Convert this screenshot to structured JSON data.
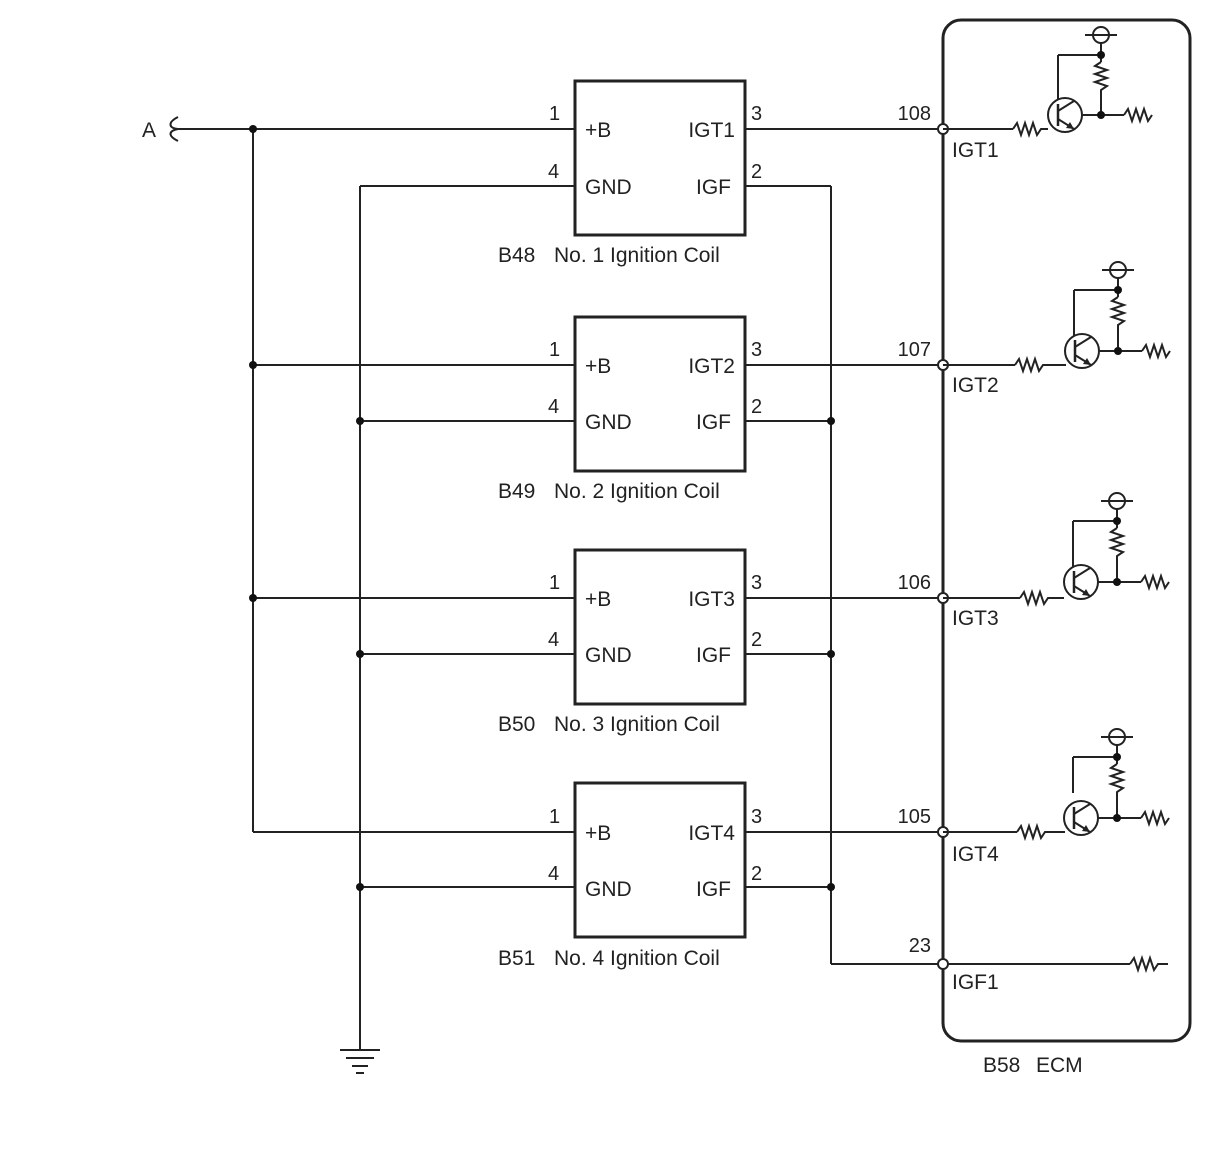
{
  "input_label": "A",
  "coils": [
    {
      "connector": "B48",
      "name": "No. 1 Ignition Coil",
      "pins": {
        "b": "1",
        "gnd": "4",
        "igt": "3",
        "igf": "2"
      },
      "terminals": {
        "b": "+B",
        "gnd": "GND",
        "igt": "IGT1",
        "igf": "IGF"
      }
    },
    {
      "connector": "B49",
      "name": "No. 2 Ignition Coil",
      "pins": {
        "b": "1",
        "gnd": "4",
        "igt": "3",
        "igf": "2"
      },
      "terminals": {
        "b": "+B",
        "gnd": "GND",
        "igt": "IGT2",
        "igf": "IGF"
      }
    },
    {
      "connector": "B50",
      "name": "No. 3 Ignition Coil",
      "pins": {
        "b": "1",
        "gnd": "4",
        "igt": "3",
        "igf": "2"
      },
      "terminals": {
        "b": "+B",
        "gnd": "GND",
        "igt": "IGT3",
        "igf": "IGF"
      }
    },
    {
      "connector": "B51",
      "name": "No. 4 Ignition Coil",
      "pins": {
        "b": "1",
        "gnd": "4",
        "igt": "3",
        "igf": "2"
      },
      "terminals": {
        "b": "+B",
        "gnd": "GND",
        "igt": "IGT4",
        "igf": "IGF"
      }
    }
  ],
  "ecm": {
    "connector": "B58",
    "name": "ECM",
    "pins": [
      {
        "number": "108",
        "label": "IGT1"
      },
      {
        "number": "107",
        "label": "IGT2"
      },
      {
        "number": "106",
        "label": "IGT3"
      },
      {
        "number": "105",
        "label": "IGT4"
      },
      {
        "number": "23",
        "label": "IGF1"
      }
    ]
  },
  "colors": {
    "line": "#222222",
    "background": "#ffffff"
  }
}
